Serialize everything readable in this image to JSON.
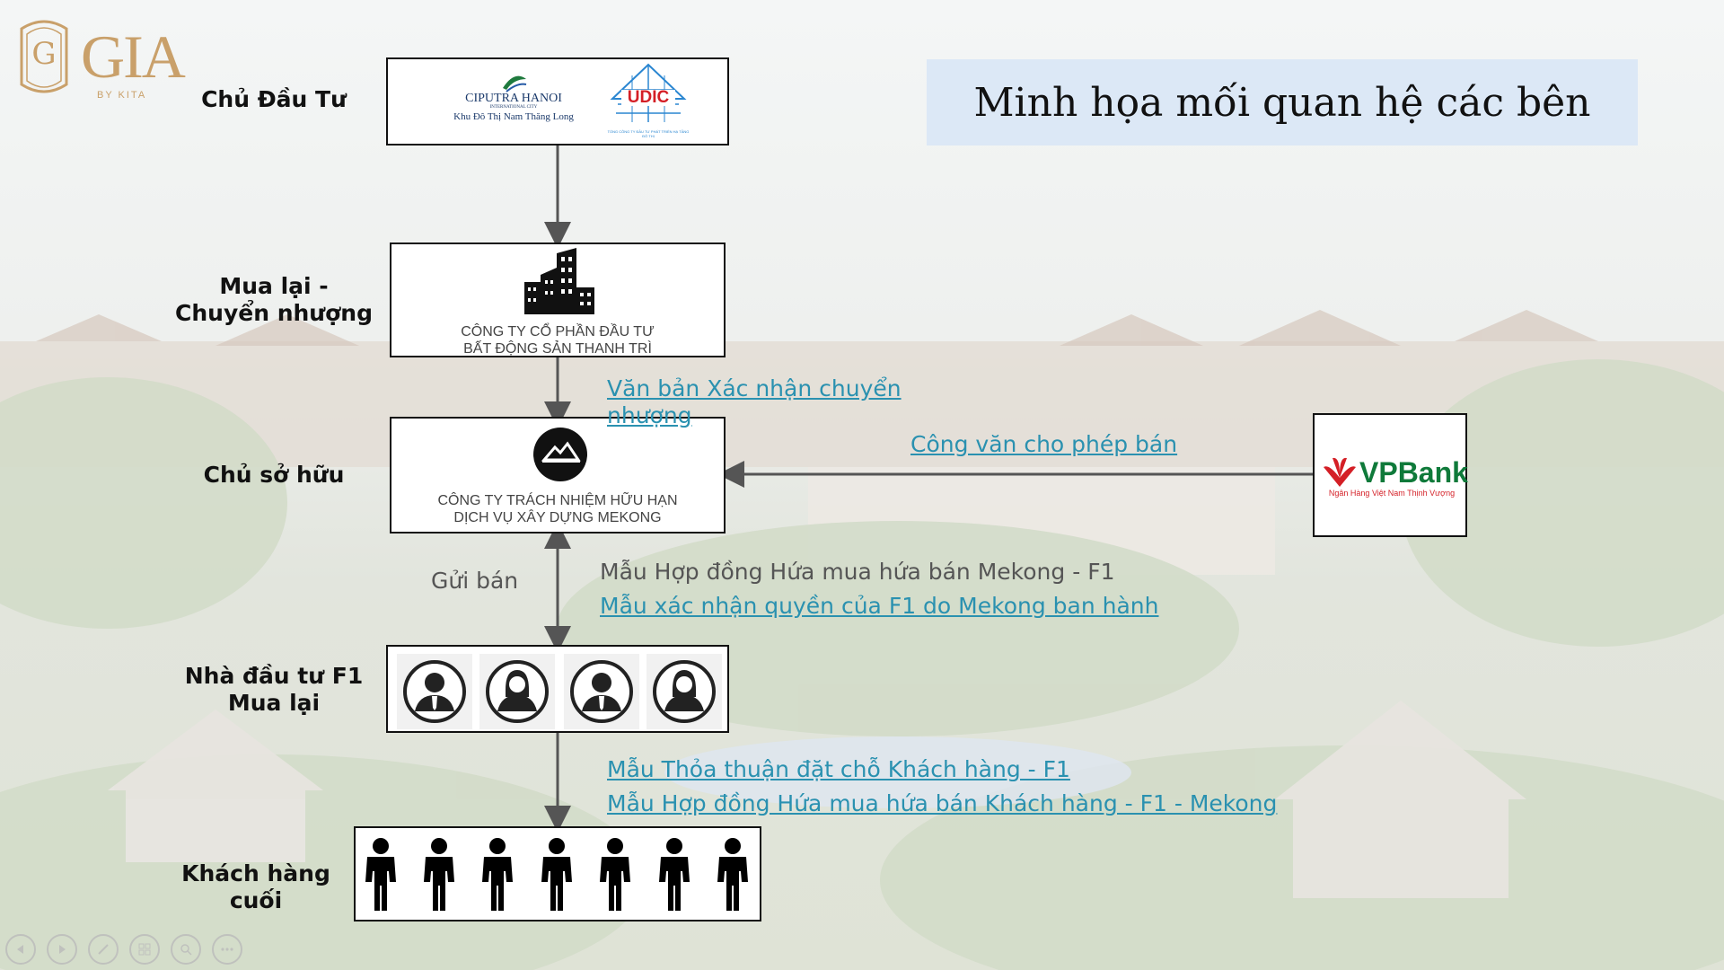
{
  "brand": {
    "name": "GIA",
    "sub": "BY KITA",
    "monogram": "G"
  },
  "title": "Minh họa mối quan hệ các bên",
  "labels": {
    "investor": "Chủ Đầu Tư",
    "transfer_line1": "Mua lại -",
    "transfer_line2": "Chuyển nhượng",
    "owner": "Chủ sở hữu",
    "f1_line1": "Nhà đầu tư F1",
    "f1_line2": "Mua lại",
    "end_customer": "Khách hàng cuối"
  },
  "investor_logos": {
    "ciputra_name": "CIPUTRA HANOI",
    "ciputra_small": "INTERNATIONAL CITY",
    "ciputra_sub": "Khu Đô Thị Nam Thăng Long",
    "udic_name": "UDIC",
    "udic_sub": "TỔNG CÔNG TY ĐẦU TƯ PHÁT TRIỂN HẠ TẦNG ĐÔ THỊ"
  },
  "thanhtri": {
    "line1": "CÔNG TY CỔ PHẦN ĐẦU TƯ",
    "line2": "BẤT ĐỘNG SẢN THANH TRÌ"
  },
  "mekong": {
    "line1": "CÔNG TY TRÁCH NHIỆM HỮU HẠN",
    "line2": "DỊCH VỤ XÂY DỰNG MEKONG"
  },
  "bank": {
    "name": "VPBank",
    "tagline": "Ngân Hàng Việt Nam Thịnh Vượng"
  },
  "links": {
    "transfer_confirm_1": "Văn bản Xác nhận chuyển",
    "transfer_confirm_2": "nhượng",
    "permit": "Công văn cho phép bán",
    "f1_rights": "Mẫu xác nhận quyền của F1 do Mekong ban hành",
    "reservation": "Mẫu Thỏa thuận đặt chỗ Khách hàng - F1",
    "customer_contract": "Mẫu Hợp đồng Hứa mua hứa bán Khách hàng - F1 - Mekong"
  },
  "texts": {
    "consign": "Gửi bán",
    "f1_contract": "Mẫu Hợp đồng Hứa mua hứa bán Mekong - F1"
  },
  "colors": {
    "link": "#2a91b0",
    "title_bg": "#dce8f6",
    "brand_gold": "#c9a06a",
    "vpbank_red": "#d41f26",
    "vpbank_green": "#0f7a3a"
  }
}
